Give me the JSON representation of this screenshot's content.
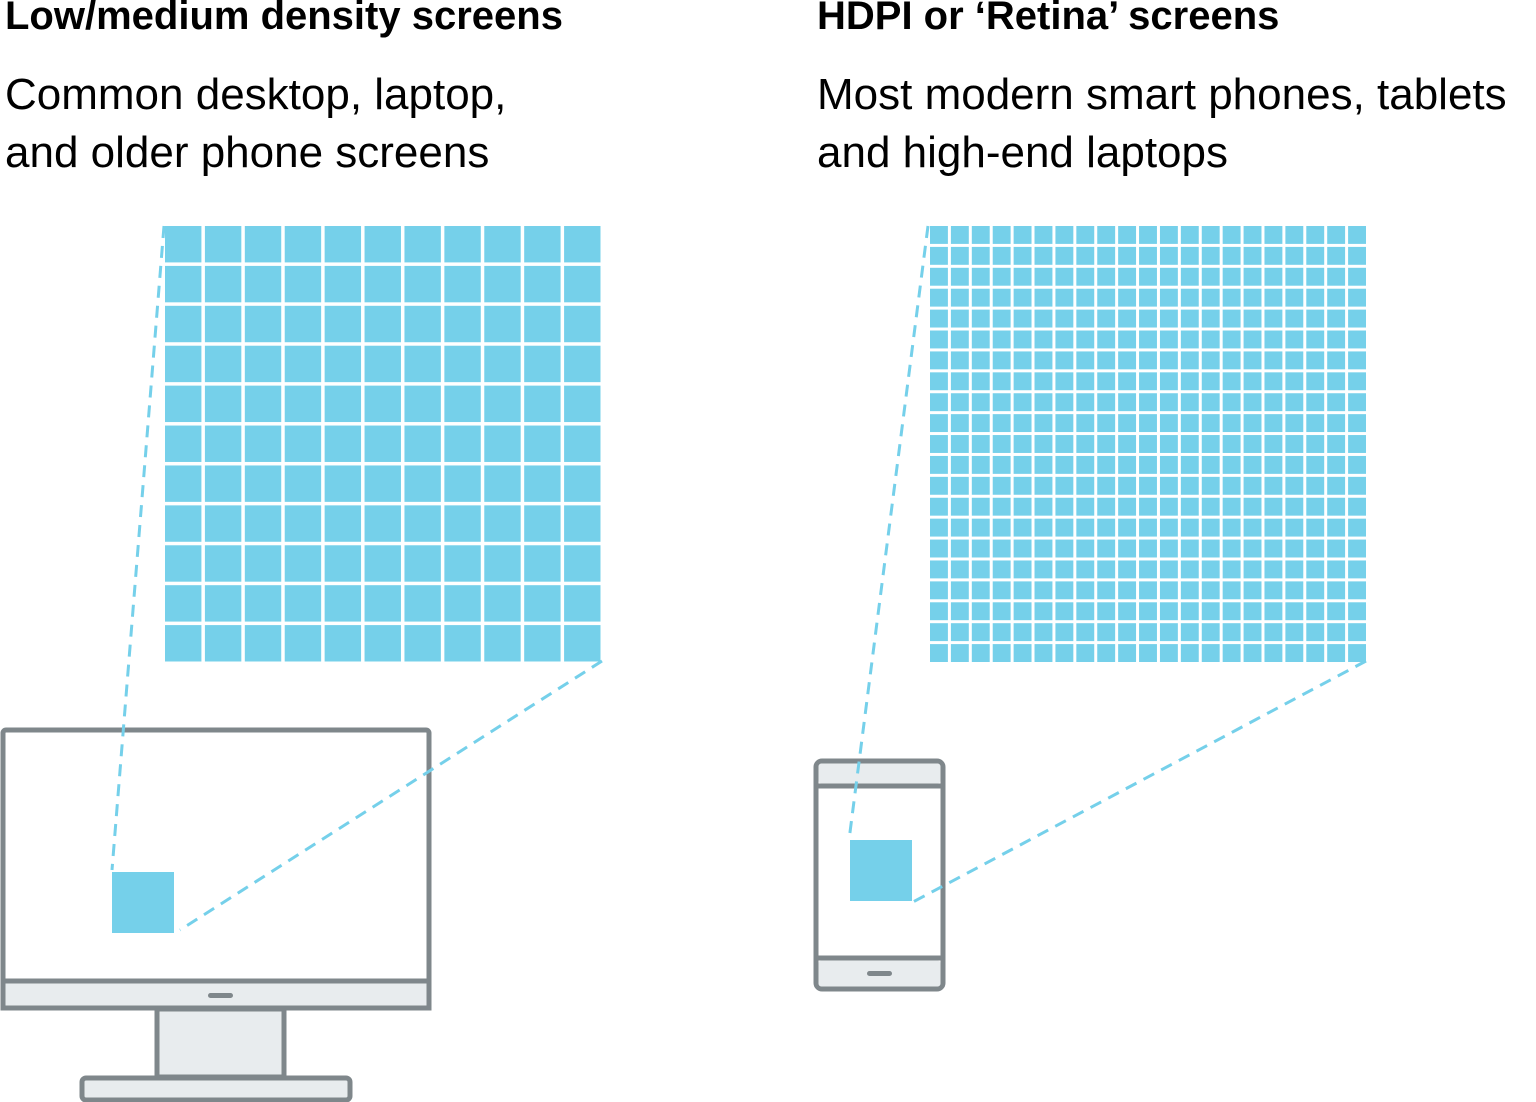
{
  "left": {
    "title": "Low/medium density screens",
    "subtitle": "Common desktop, laptop,\nand older phone screens",
    "device_icon": "desktop-monitor-icon",
    "grid_columns": 11,
    "grid_rows": 11
  },
  "right": {
    "title": "HDPI or ‘Retina’ screens",
    "subtitle": "Most modern smart phones, tablets\nand high-end laptops",
    "device_icon": "smartphone-icon",
    "grid_columns": 21,
    "grid_rows": 21
  },
  "colors": {
    "pixel": "#75d0ea",
    "device_stroke": "#7f878b",
    "device_fill": "#e8ecee"
  }
}
